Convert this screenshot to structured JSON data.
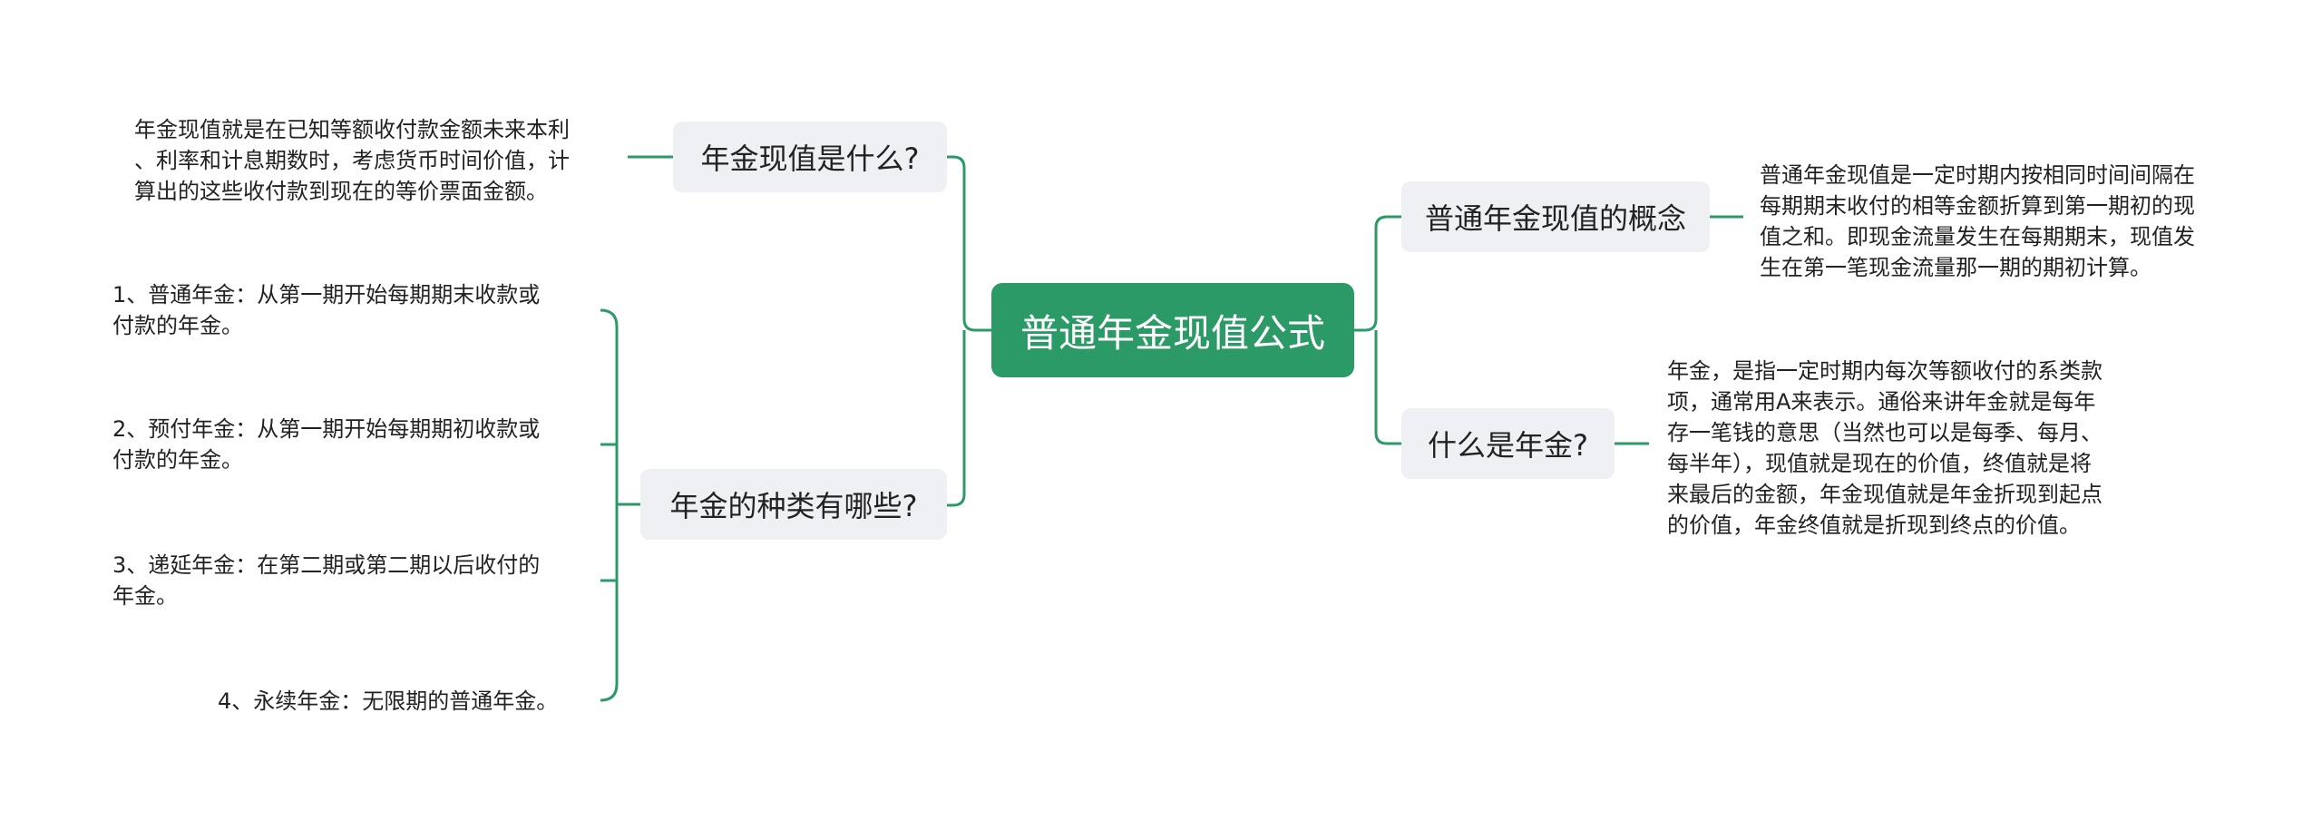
{
  "root": {
    "label": "普通年金现值公式"
  },
  "topics": {
    "what_pv": "年金现值是什么?",
    "types": "年金的种类有哪些?",
    "concept": "普通年金现值的概念",
    "annuity": "什么是年金?"
  },
  "leaves": {
    "pv_def": [
      "年金现值就是在已知等额收付款金额未来本利",
      "、利率和计息期数时，考虑货币时间价值，计",
      "算出的这些收付款到现在的等价票面金额。"
    ],
    "type_1": [
      "1、普通年金：从第一期开始每期期末收款或",
      "付款的年金。"
    ],
    "type_2": [
      "2、预付年金：从第一期开始每期期初收款或",
      "付款的年金。"
    ],
    "type_3": [
      "3、递延年金：在第二期或第二期以后收付的",
      "年金。"
    ],
    "type_4": [
      "4、永续年金：无限期的普通年金。"
    ],
    "concept_def": [
      "普通年金现值是一定时期内按相同时间间隔在",
      "每期期末收付的相等金额折算到第一期初的现",
      "值之和。即现金流量发生在每期期末，现值发",
      "生在第一笔现金流量那一期的期初计算。"
    ],
    "annuity_def": [
      "年金，是指一定时期内每次等额收付的系类款",
      "项，通常用A来表示。通俗来讲年金就是每年",
      "存一笔钱的意思（当然也可以是每季、每月、",
      "每半年），现值就是现在的价值，终值就是将",
      "来最后的金额，年金现值就是年金折现到起点",
      "的价值，年金终值就是折现到终点的价值。"
    ]
  },
  "colors": {
    "accent": "#2b9a66",
    "topic_bg": "#eef0f3",
    "text": "#222222"
  }
}
